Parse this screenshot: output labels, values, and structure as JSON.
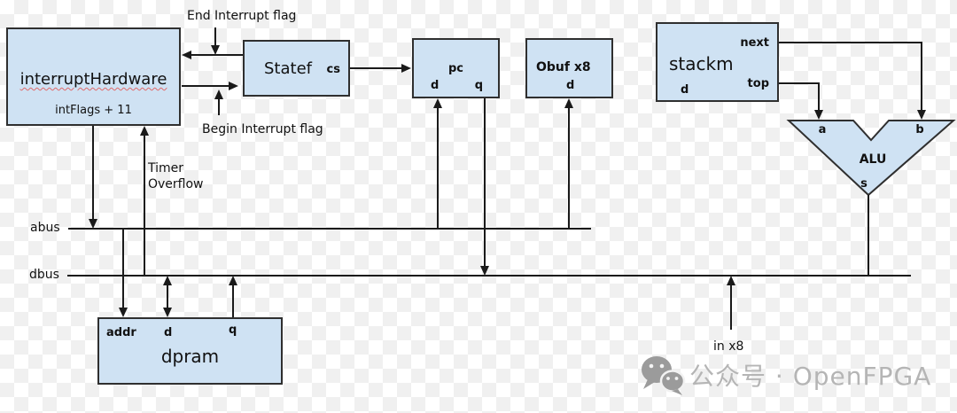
{
  "diagram": {
    "blocks": {
      "interrupt_hardware": {
        "title": "interruptHardware",
        "note": "intFlags + 11"
      },
      "statef": {
        "title": "Statef",
        "port_cs": "cs"
      },
      "pc": {
        "title": "pc",
        "port_d": "d",
        "port_q": "q"
      },
      "obuf": {
        "title": "Obuf x8",
        "port_d": "d"
      },
      "stackm": {
        "title": "stackm",
        "port_next": "next",
        "port_top": "top",
        "port_d": "d"
      },
      "alu": {
        "title": "ALU",
        "port_a": "a",
        "port_b": "b",
        "port_s": "s"
      },
      "dpram": {
        "title": "dpram",
        "port_addr": "addr",
        "port_d": "d",
        "port_q": "q"
      }
    },
    "buses": {
      "abus": "abus",
      "dbus": "dbus"
    },
    "labels": {
      "end_interrupt_flag": "End Interrupt flag",
      "begin_interrupt_flag": "Begin Interrupt flag",
      "timer": "Timer",
      "overflow": "Overflow",
      "in_x8": "in x8"
    }
  },
  "watermark": {
    "text": "公众号 · OpenFPGA"
  },
  "colors": {
    "block_fill": "#cfe2f3",
    "block_border": "#2f2f2f",
    "line": "#1a1a1a",
    "watermark_gray": "#b5b5b5",
    "watermark_icon": "#9b9b9b"
  }
}
